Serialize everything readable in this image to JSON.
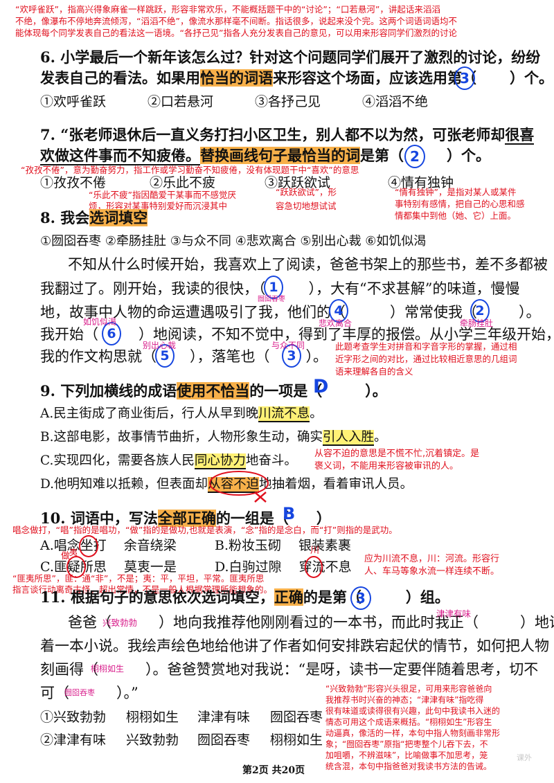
{
  "top_note": [
    "“欢呼雀跃”，指高兴得象麻雀一样跳跃，形容非常欢乐，不能概括题干中的“讨论”；“口若悬河”，讲起话来滔滔",
    "不绝，像瀑布不停地奔流倾泻，“滔滔不绝”，像流水那样毫不间断。指话很多，说起来没个完。这两个词语词语均不",
    "能体现每个同学发表自己的看法这一语境。“各抒己见”指各人充分发表自己的意见，可以用来形容同学们激烈的讨论"
  ],
  "q6": {
    "line1": "6. 小学最后一个新年该怎么过？针对这个问题同学们展开了激烈的讨论，纷纷",
    "line2a": "发表自己的看法。如果用",
    "line2hl": "恰当的词语",
    "line2b": "来形容这个场面，应该选用第（",
    "line2c": "）个。",
    "answer": "3",
    "options": [
      "①欢呼雀跃",
      "②口若悬河",
      "③各抒己见",
      "④滔滔不绝"
    ]
  },
  "q7": {
    "line1a": "7. “张老师退休后一直义务打扫小区卫生，别人都不以为然，可张老师却",
    "line1u": "很喜",
    "line2u": "欢做这件事而不知疲倦。",
    "line2hl": "替换画线句子最恰当的词",
    "line2b": "是第（",
    "line2c": "）个。",
    "answer": "2",
    "options": [
      "①孜孜不倦",
      "②乐此不疲",
      "③跃跃欲试",
      "④情有独钟"
    ],
    "note_1": "“孜孜不倦”，意为勤奋努力，指工作或学习勤奋不知疲倦，没有体现题干中“喜欢”的意思",
    "note_2": [
      "“乐此不疲”指因酷爱干某事而不感觉厌",
      "烦，形容对某事特别爱好而沉浸其中"
    ],
    "note_3": [
      "“跃跃欲试”，形",
      "容急切地想试试"
    ],
    "note_4": [
      "“情有独钟”，是指对某人或某件",
      "事特别有感情，把自己的心思和感",
      "情都集中到他（她、它）上面。"
    ]
  },
  "q8": {
    "title_a": "8. 我会",
    "title_hl": "选词填空",
    "options": "①囫囵吞枣 ②牵肠挂肚 ③与众不同 ④悲欢离合 ⑤别出心裁 ⑥如饥似渴",
    "p1": "不知从什么时候开始，我喜欢上了阅读，爸爸书架上的那些书，差不多都被",
    "p2a": "我翻过了。刚开始，我读的很快，（",
    "p2b": "），大有“不求甚解”的味道，慢慢",
    "p3a": "地，故事中人物的命运遭遇吸引了我，他们的（",
    "p3b": "）常常使我（",
    "p3c": "）。",
    "p4a": "我开始（",
    "p4b": "）地阅读，不知不觉中，得到了丰厚的报偿。从小学三年级开始，",
    "p5a": "我的作文构思就（",
    "p5b": "），落笔也（",
    "p5c": "）。",
    "answers": [
      "1",
      "4",
      "2",
      "6",
      "5",
      "3"
    ],
    "pink": [
      "囫囵吞枣",
      "悲欢离合",
      "牵肠挂肚",
      "如饥似渴",
      "别出心裁",
      "与众不同"
    ],
    "note": [
      "此题考查学生对拼音和字音字形的掌握，通过相",
      "近字形之间的对比，通过比较相近意思的几组词",
      "语来理解各自的含义"
    ]
  },
  "q9": {
    "title_a": "9. 下列加横线的成语",
    "title_hl": "使用不恰当",
    "title_b": "的一项是（",
    "title_c": "）。",
    "answer": "D",
    "A_a": "A.民主街成了商业街后，行人从早到晚",
    "A_hl": "川流不息",
    "A_b": "。",
    "B_a": "B.这部电影，故事情节曲折，人物形象生动，确实",
    "B_hl": "引人入胜",
    "B_b": "。",
    "C_a": "C.实现四化，需要各族人民",
    "C_hl": "同心协力",
    "C_b": "地奋斗。",
    "D_a": "D.他明知难以抵赖，但表面却",
    "D_hl": "从容不迫",
    "D_b": "地抽着烟，看着审讯人员。",
    "note": [
      "从容不迫的意思是不慌不忙,沉着镇定。是",
      "褒义词，不能用来形容被审讯的人。"
    ]
  },
  "q10": {
    "title_a": "10. 词语中，写法",
    "title_hl": "全部正确",
    "title_b": "的一组是（",
    "title_c": "）",
    "answer": "B",
    "note_top": "唱念做打，“唱”指的是唱功，“做”指的是做功,也就是表演，“念”指的是念白，而“打”则指的是武功。",
    "A": "A.唱念坐打　 余音绕梁",
    "B": "B.粉妆玉砌　 银装素裹",
    "C": "C.匪疑所思　 莫衷一是",
    "D": "D.白驹过隙　 穿流不息",
    "mark_zuo": "做",
    "mark_yi": "夷",
    "mark_chuan": "川",
    "note_right": [
      "应为川流不息，川：河流。形容行",
      "人、车马等象水流一样连续不断。"
    ],
    "note_bottom": [
      "“匪夷所思”，匪：通“非”，不是；夷：平，平坦，平常。匪夷所思",
      "指言谈行动离奇古怪，超出常情，不是一般人根据常理所能想象的。"
    ]
  },
  "q11": {
    "title_a": "11. 根据句子的意思依次选词填空，",
    "title_hl": "正确",
    "title_b": "的是第（",
    "title_c": "）组。",
    "answer": "3",
    "p1a": "爸爸（",
    "p1b": "）地向我推荐他刚刚看过的一本书，而此时我正（",
    "p1c": "）地读",
    "p2": "着一本小说。我绘声绘色地给他讲了作者如何安排跌宕起伏的情节，如何把人物",
    "p3a": "刻画得（",
    "p3b": "）。爸爸赞赏地对我说：“是呀，读书一定要伴随着思考，切不",
    "p4a": "可（",
    "p4b": "）。”",
    "pink": [
      "兴致勃勃",
      "津津有味",
      "栩栩如生",
      "囫囵吞枣"
    ],
    "row1": [
      "①兴致勃勃",
      "栩栩如生",
      "津津有味",
      "囫囵吞枣"
    ],
    "row2": [
      "②津津有味",
      "兴致勃勃",
      "囫囵吞枣",
      "栩栩如生"
    ],
    "note": [
      "“兴致勃勃”形容兴头很足，可用来形容爸爸向",
      "我推荐书时兴奋的神态；“津津有味”指吃得",
      "很有味道或读得很有兴趣，此句中我读书入迷的",
      "情态可用这个成语来概括。“栩栩如生”形容生",
      "动逼真，像活的一样，本句中指人物刻画非常形",
      "象；“囫囵吞枣”原指“把枣整个儿吞下去，不",
      "加咀嚼，不辨滋味”，比喻做事不加思考，笼",
      "统含混，本句中指爸爸对我读书方法的告诫。"
    ]
  },
  "footer": "第2页 共20页",
  "watermark": "课外"
}
